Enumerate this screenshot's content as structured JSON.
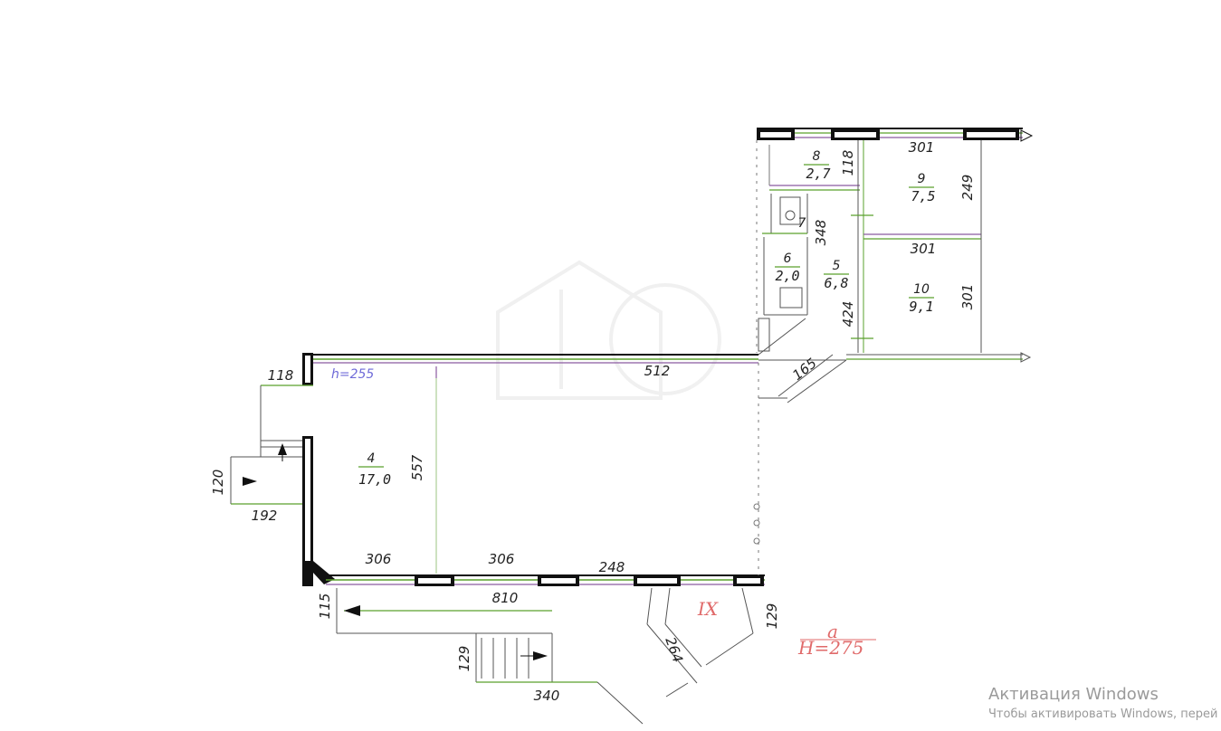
{
  "plan": {
    "ceiling_height_room": "h=255",
    "section_height_letter": "а",
    "section_height": "H=275",
    "section_label": "IX",
    "rooms": [
      {
        "number": "4",
        "area": "17,0"
      },
      {
        "number": "5",
        "area": "6,8"
      },
      {
        "number": "6",
        "area": "2,0"
      },
      {
        "number": "7",
        "area": ""
      },
      {
        "number": "8",
        "area": "2,7"
      },
      {
        "number": "9",
        "area": "7,5"
      },
      {
        "number": "10",
        "area": "9,1"
      }
    ],
    "dimensions": {
      "d118_left": "118",
      "d120": "120",
      "d192": "192",
      "d512": "512",
      "d557": "557",
      "d306_a": "306",
      "d306_b": "306",
      "d248": "248",
      "d810": "810",
      "d115": "115",
      "d129_stair": "129",
      "d340": "340",
      "d264": "264",
      "d129_right": "129",
      "d165": "165",
      "d301_top": "301",
      "d301_mid": "301",
      "d301_side": "301",
      "d249": "249",
      "d118_top": "118",
      "d348": "348",
      "d424": "424"
    },
    "colors": {
      "wall": "#111111",
      "green_line": "#5aa02c",
      "purple_line": "#8a5aa0",
      "red_text": "#e06a6a",
      "blue_text": "#6e6ad8"
    }
  },
  "watermark": {
    "title": "Активация Windows",
    "subtitle": "Чтобы активировать Windows, перей"
  }
}
